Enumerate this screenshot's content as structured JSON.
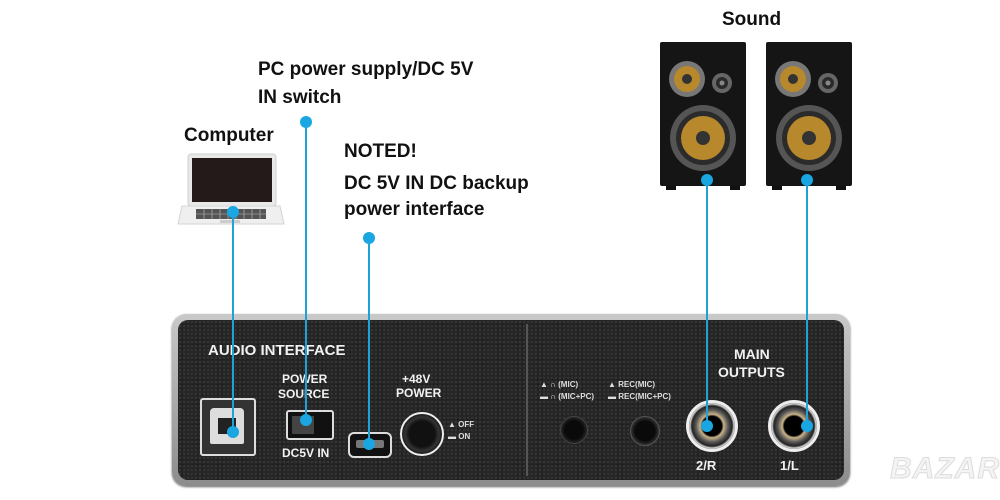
{
  "labels": {
    "sound": "Sound",
    "pc_power_line1": "PC power supply/DC 5V",
    "pc_power_line2": "IN switch",
    "computer": "Computer",
    "noted": "NOTED!",
    "backup_line1": "DC 5V IN DC backup",
    "backup_line2": "power interface"
  },
  "panel": {
    "title": "AUDIO INTERFACE",
    "power_source_line1": "POWER",
    "power_source_line2": "SOURCE",
    "dc5v_in": "DC5V IN",
    "phantom_line1": "+48V",
    "phantom_line2": "POWER",
    "phantom_off": "OFF",
    "phantom_on": "ON",
    "monitor_mic": "(MIC)",
    "monitor_mic_pc": "(MIC+PC)",
    "rec_mic": "REC(MIC)",
    "rec_mic_pc": "REC(MIC+PC)",
    "main_outputs_line1": "MAIN",
    "main_outputs_line2": "OUTPUTS",
    "out_right": "2/R",
    "out_left": "1/L"
  },
  "watermark": "BAZAR",
  "colors": {
    "connector_line": "#1fa3d6",
    "connector_dot": "#1aa6e0",
    "panel": "#262626"
  }
}
